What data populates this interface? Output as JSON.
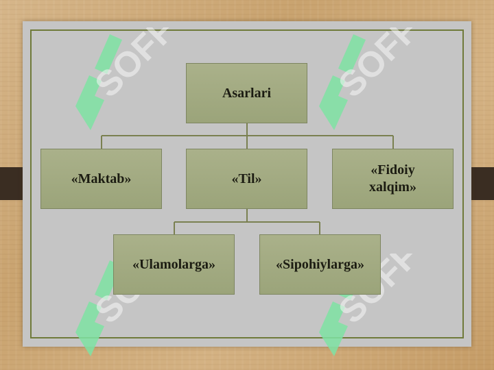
{
  "diagram": {
    "root": {
      "label": "Asarlari"
    },
    "level1": [
      {
        "label": "«Maktab»"
      },
      {
        "label": "«Til»"
      },
      {
        "label": "«Fidoiy\nxalqim»"
      }
    ],
    "level2": [
      {
        "label": "«Ulamolarga»"
      },
      {
        "label": "«Sipohiylarga»"
      }
    ]
  },
  "watermark": {
    "text": "SOFF"
  },
  "colors": {
    "node_fill": "#a3ab80",
    "connector": "#7a8050",
    "frame": "#6f7a3a",
    "board": "#c5c5c5"
  }
}
